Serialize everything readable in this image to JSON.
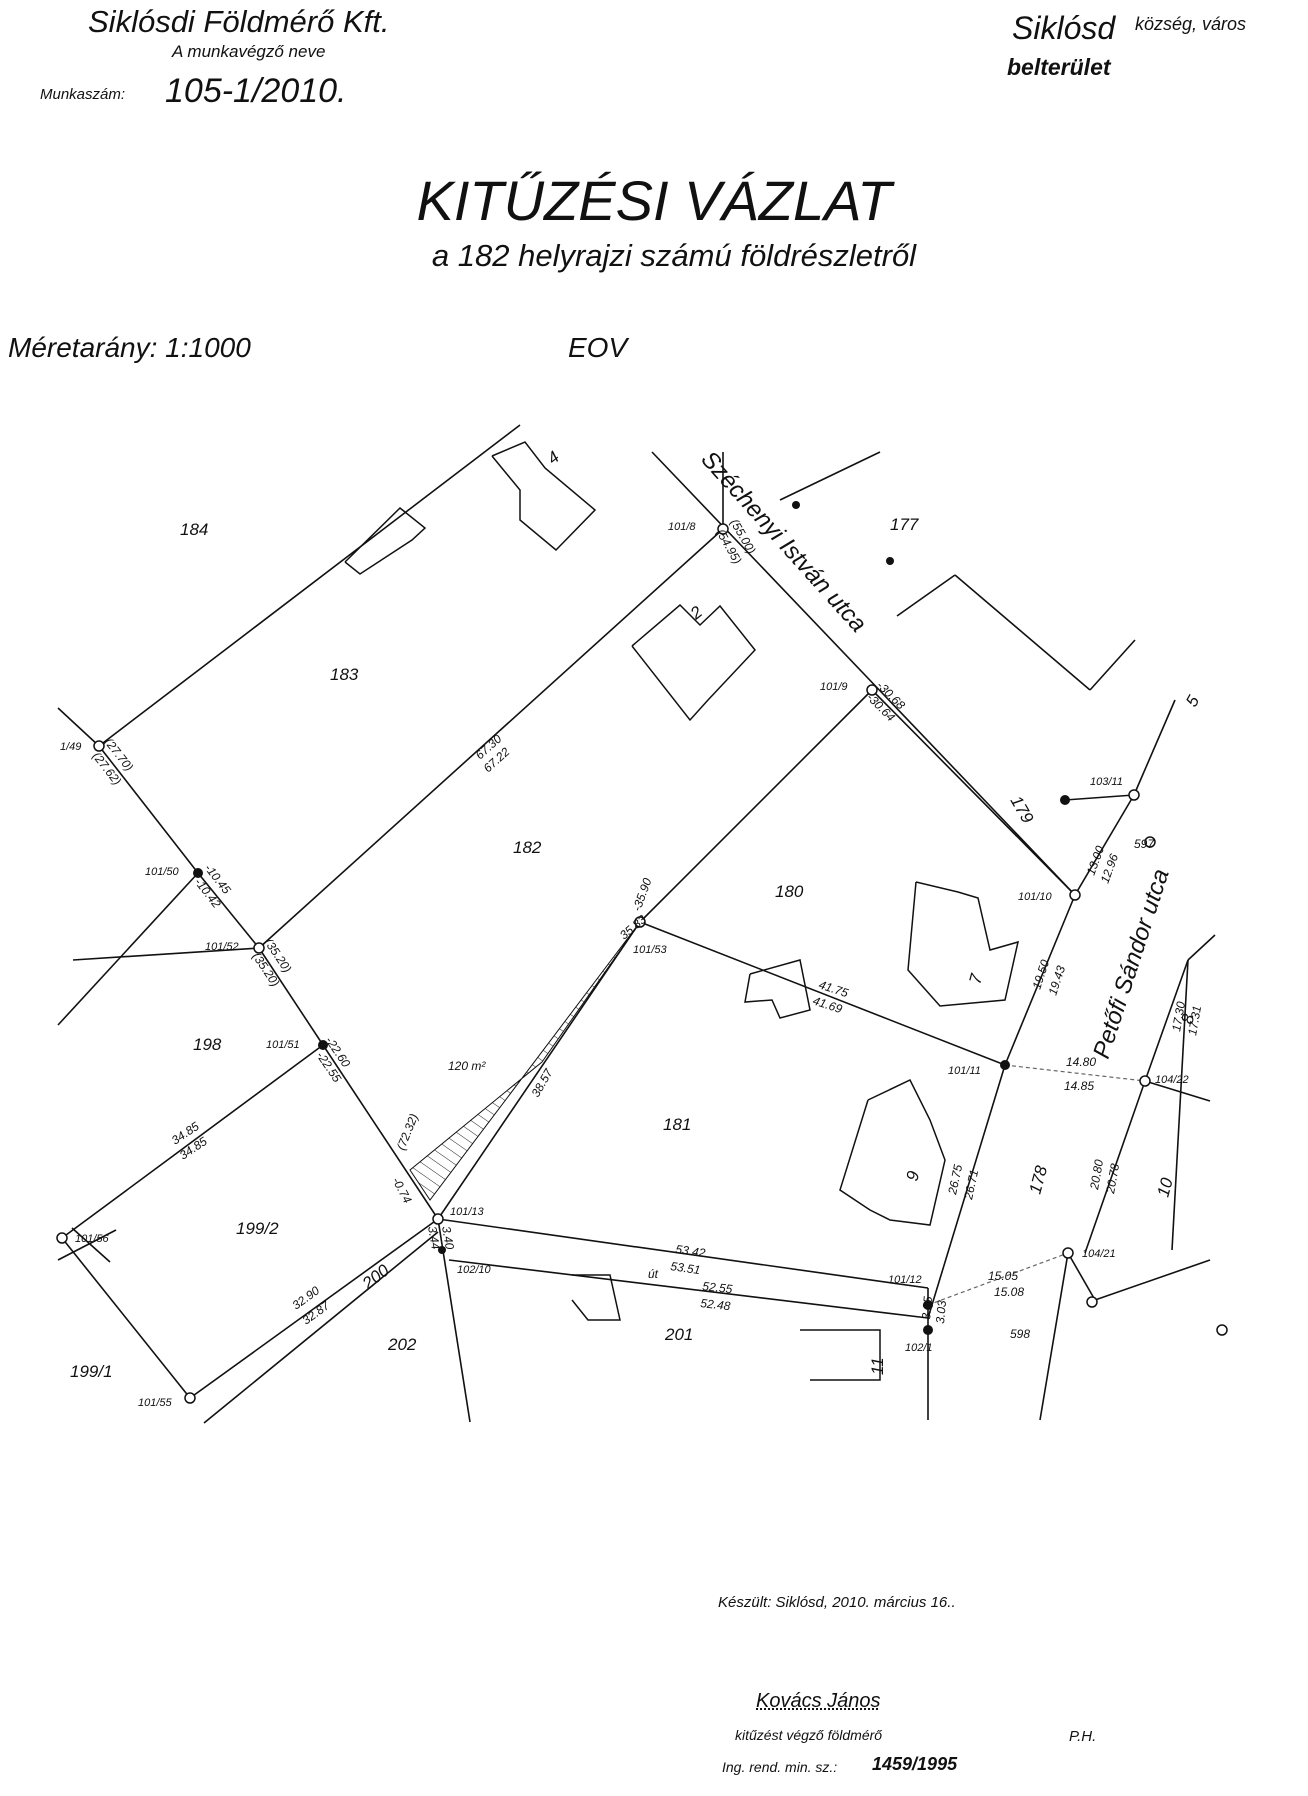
{
  "header": {
    "company": "Siklósdi Földmérő Kft.",
    "company_sub": "A munkavégző neve",
    "job_label": "Munkaszám:",
    "job_value": "105-1/2010.",
    "place": "Siklósd",
    "place_suffix": "község, város",
    "area": "belterület"
  },
  "title": {
    "main": "KITŰZÉSI VÁZLAT",
    "sub": "a 182 helyrajzi számú földrészletről"
  },
  "scale": "Méretarány: 1:1000",
  "projection": "EOV",
  "map": {
    "streets": [
      "Széchenyi István utca",
      "Petőfi Sándor utca"
    ],
    "road_label": "út",
    "area_label": "120 m²",
    "parcels": [
      "184",
      "183",
      "182",
      "180",
      "181",
      "198",
      "199/2",
      "199/1",
      "200",
      "202",
      "201",
      "177",
      "179",
      "178",
      "597",
      "598"
    ],
    "buildings": [
      "4",
      "2",
      "5",
      "7",
      "9",
      "8",
      "10",
      "11"
    ],
    "points": [
      "1/49",
      "101/50",
      "101/52",
      "101/51",
      "101/56",
      "101/55",
      "101/13",
      "102/10",
      "101/53",
      "101/8",
      "101/9",
      "101/10",
      "103/11",
      "101/11",
      "104/22",
      "101/12",
      "102/1",
      "104/21"
    ],
    "measurements": [
      "(27.70)",
      "(27.62)",
      "-10.45",
      "-10.42",
      "(35.20)",
      "(35.20)",
      "-22.60",
      "-22.55",
      "34.85",
      "34.85",
      "32.90",
      "32.87",
      "(72.32)",
      "-0.74",
      "3.40",
      "3.44",
      "67.30",
      "67.22",
      "(55.00)",
      "(54.95)",
      "-30.68",
      "-30.64",
      "-35.90",
      "35.83",
      "38.57",
      "41.75",
      "41.69",
      "13.00",
      "12.96",
      "19.50",
      "19.43",
      "14.80",
      "14.85",
      "17.30",
      "17.31",
      "26.75",
      "26.71",
      "20.80",
      "20.78",
      "15.05",
      "15.08",
      "53.42",
      "53.51",
      "52.55",
      "52.48",
      "3.05",
      "3.03"
    ]
  },
  "footer": {
    "made": "Készült: Siklósd, 2010. március 16..",
    "surveyor": "Kovács János",
    "surveyor_role": "kitűzést végző földmérő",
    "stamp": "P.H.",
    "reg_label": "Ing. rend. min. sz.:",
    "reg_value": "1459/1995"
  }
}
